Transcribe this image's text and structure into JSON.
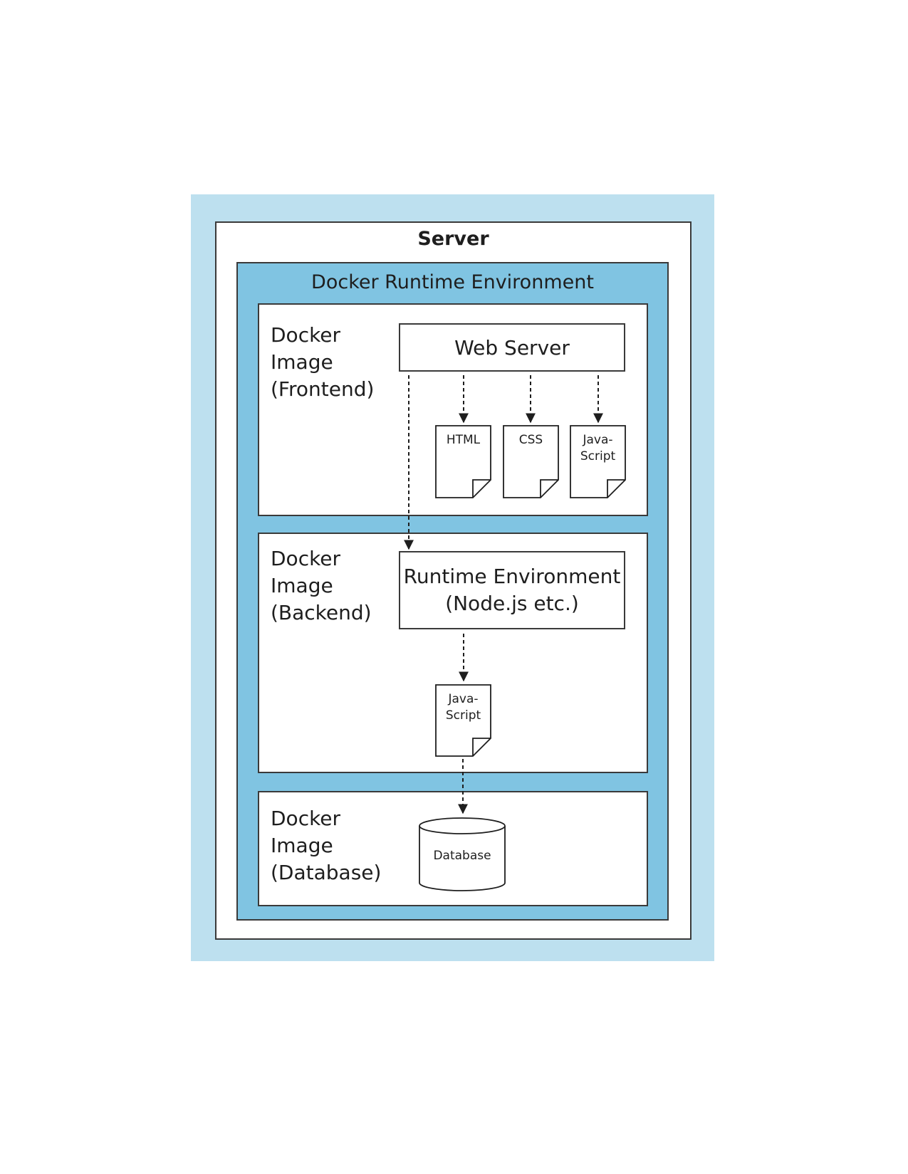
{
  "server": {
    "title": "Server"
  },
  "environment": {
    "title": "Docker Runtime Environment"
  },
  "frontend": {
    "label": "Docker\nImage\n(Frontend)",
    "web_server": "Web Server",
    "files": [
      "HTML",
      "CSS",
      "Java-\nScript"
    ]
  },
  "backend": {
    "label": "Docker\nImage\n(Backend)",
    "runtime": "Runtime Environment\n(Node.js etc.)",
    "file": "Java-\nScript"
  },
  "database": {
    "label": "Docker\nImage\n(Database)",
    "db": "Database"
  },
  "colors": {
    "outer": "#bde0ef",
    "env": "#80c4e2",
    "stroke": "#3a3a3a"
  }
}
